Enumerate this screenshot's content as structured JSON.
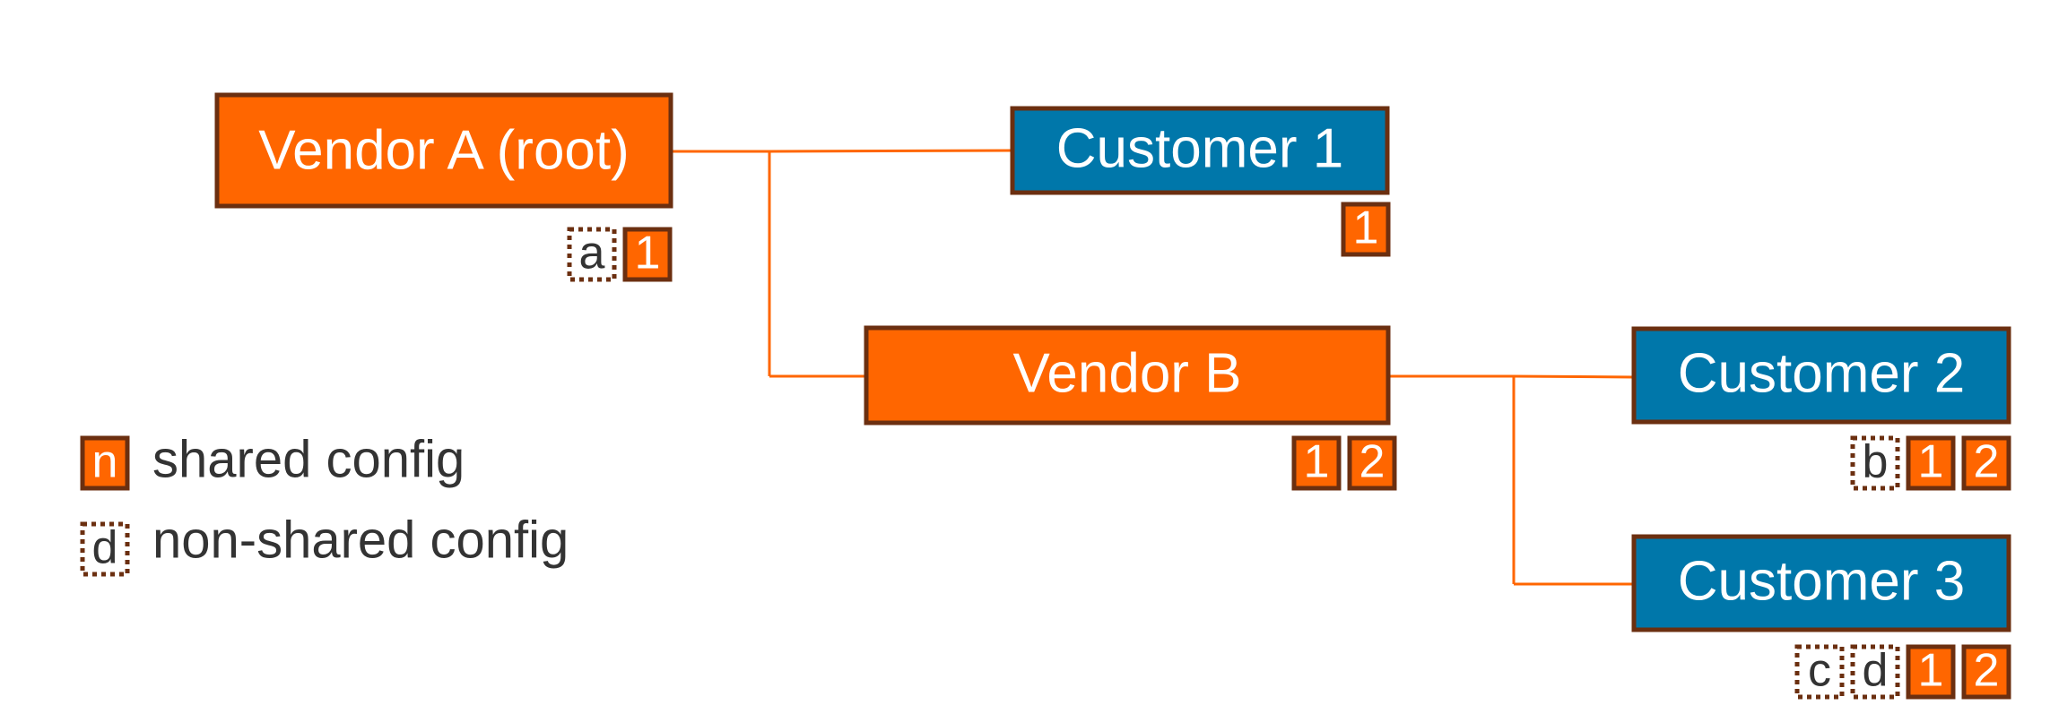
{
  "colors": {
    "vendor_fill": "#FF6600",
    "customer_fill": "#0077AA",
    "border": "#6B2F10",
    "connector": "#FF6600",
    "node_text": "#FFFFFF",
    "legend_text": "#333333"
  },
  "nodes": {
    "vendor_a": {
      "label": "Vendor A (root)",
      "kind": "vendor"
    },
    "customer_1": {
      "label": "Customer 1",
      "kind": "customer"
    },
    "vendor_b": {
      "label": "Vendor B",
      "kind": "vendor"
    },
    "customer_2": {
      "label": "Customer 2",
      "kind": "customer"
    },
    "customer_3": {
      "label": "Customer 3",
      "kind": "customer"
    }
  },
  "edges": [
    {
      "from": "Vendor A (root)",
      "to": "Customer 1"
    },
    {
      "from": "Vendor A (root)",
      "to": "Vendor B"
    },
    {
      "from": "Vendor B",
      "to": "Customer 2"
    },
    {
      "from": "Vendor B",
      "to": "Customer 3"
    }
  ],
  "configs": {
    "vendor_a": [
      {
        "label": "a",
        "shared": false
      },
      {
        "label": "1",
        "shared": true
      }
    ],
    "customer_1": [
      {
        "label": "1",
        "shared": true
      }
    ],
    "vendor_b": [
      {
        "label": "1",
        "shared": true
      },
      {
        "label": "2",
        "shared": true
      }
    ],
    "customer_2": [
      {
        "label": "b",
        "shared": false
      },
      {
        "label": "1",
        "shared": true
      },
      {
        "label": "2",
        "shared": true
      }
    ],
    "customer_3": [
      {
        "label": "c",
        "shared": false
      },
      {
        "label": "d",
        "shared": false
      },
      {
        "label": "1",
        "shared": true
      },
      {
        "label": "2",
        "shared": true
      }
    ]
  },
  "legend": {
    "shared": {
      "badge": "n",
      "text": "shared config"
    },
    "non_shared": {
      "badge": "d",
      "text": "non-shared config"
    }
  }
}
